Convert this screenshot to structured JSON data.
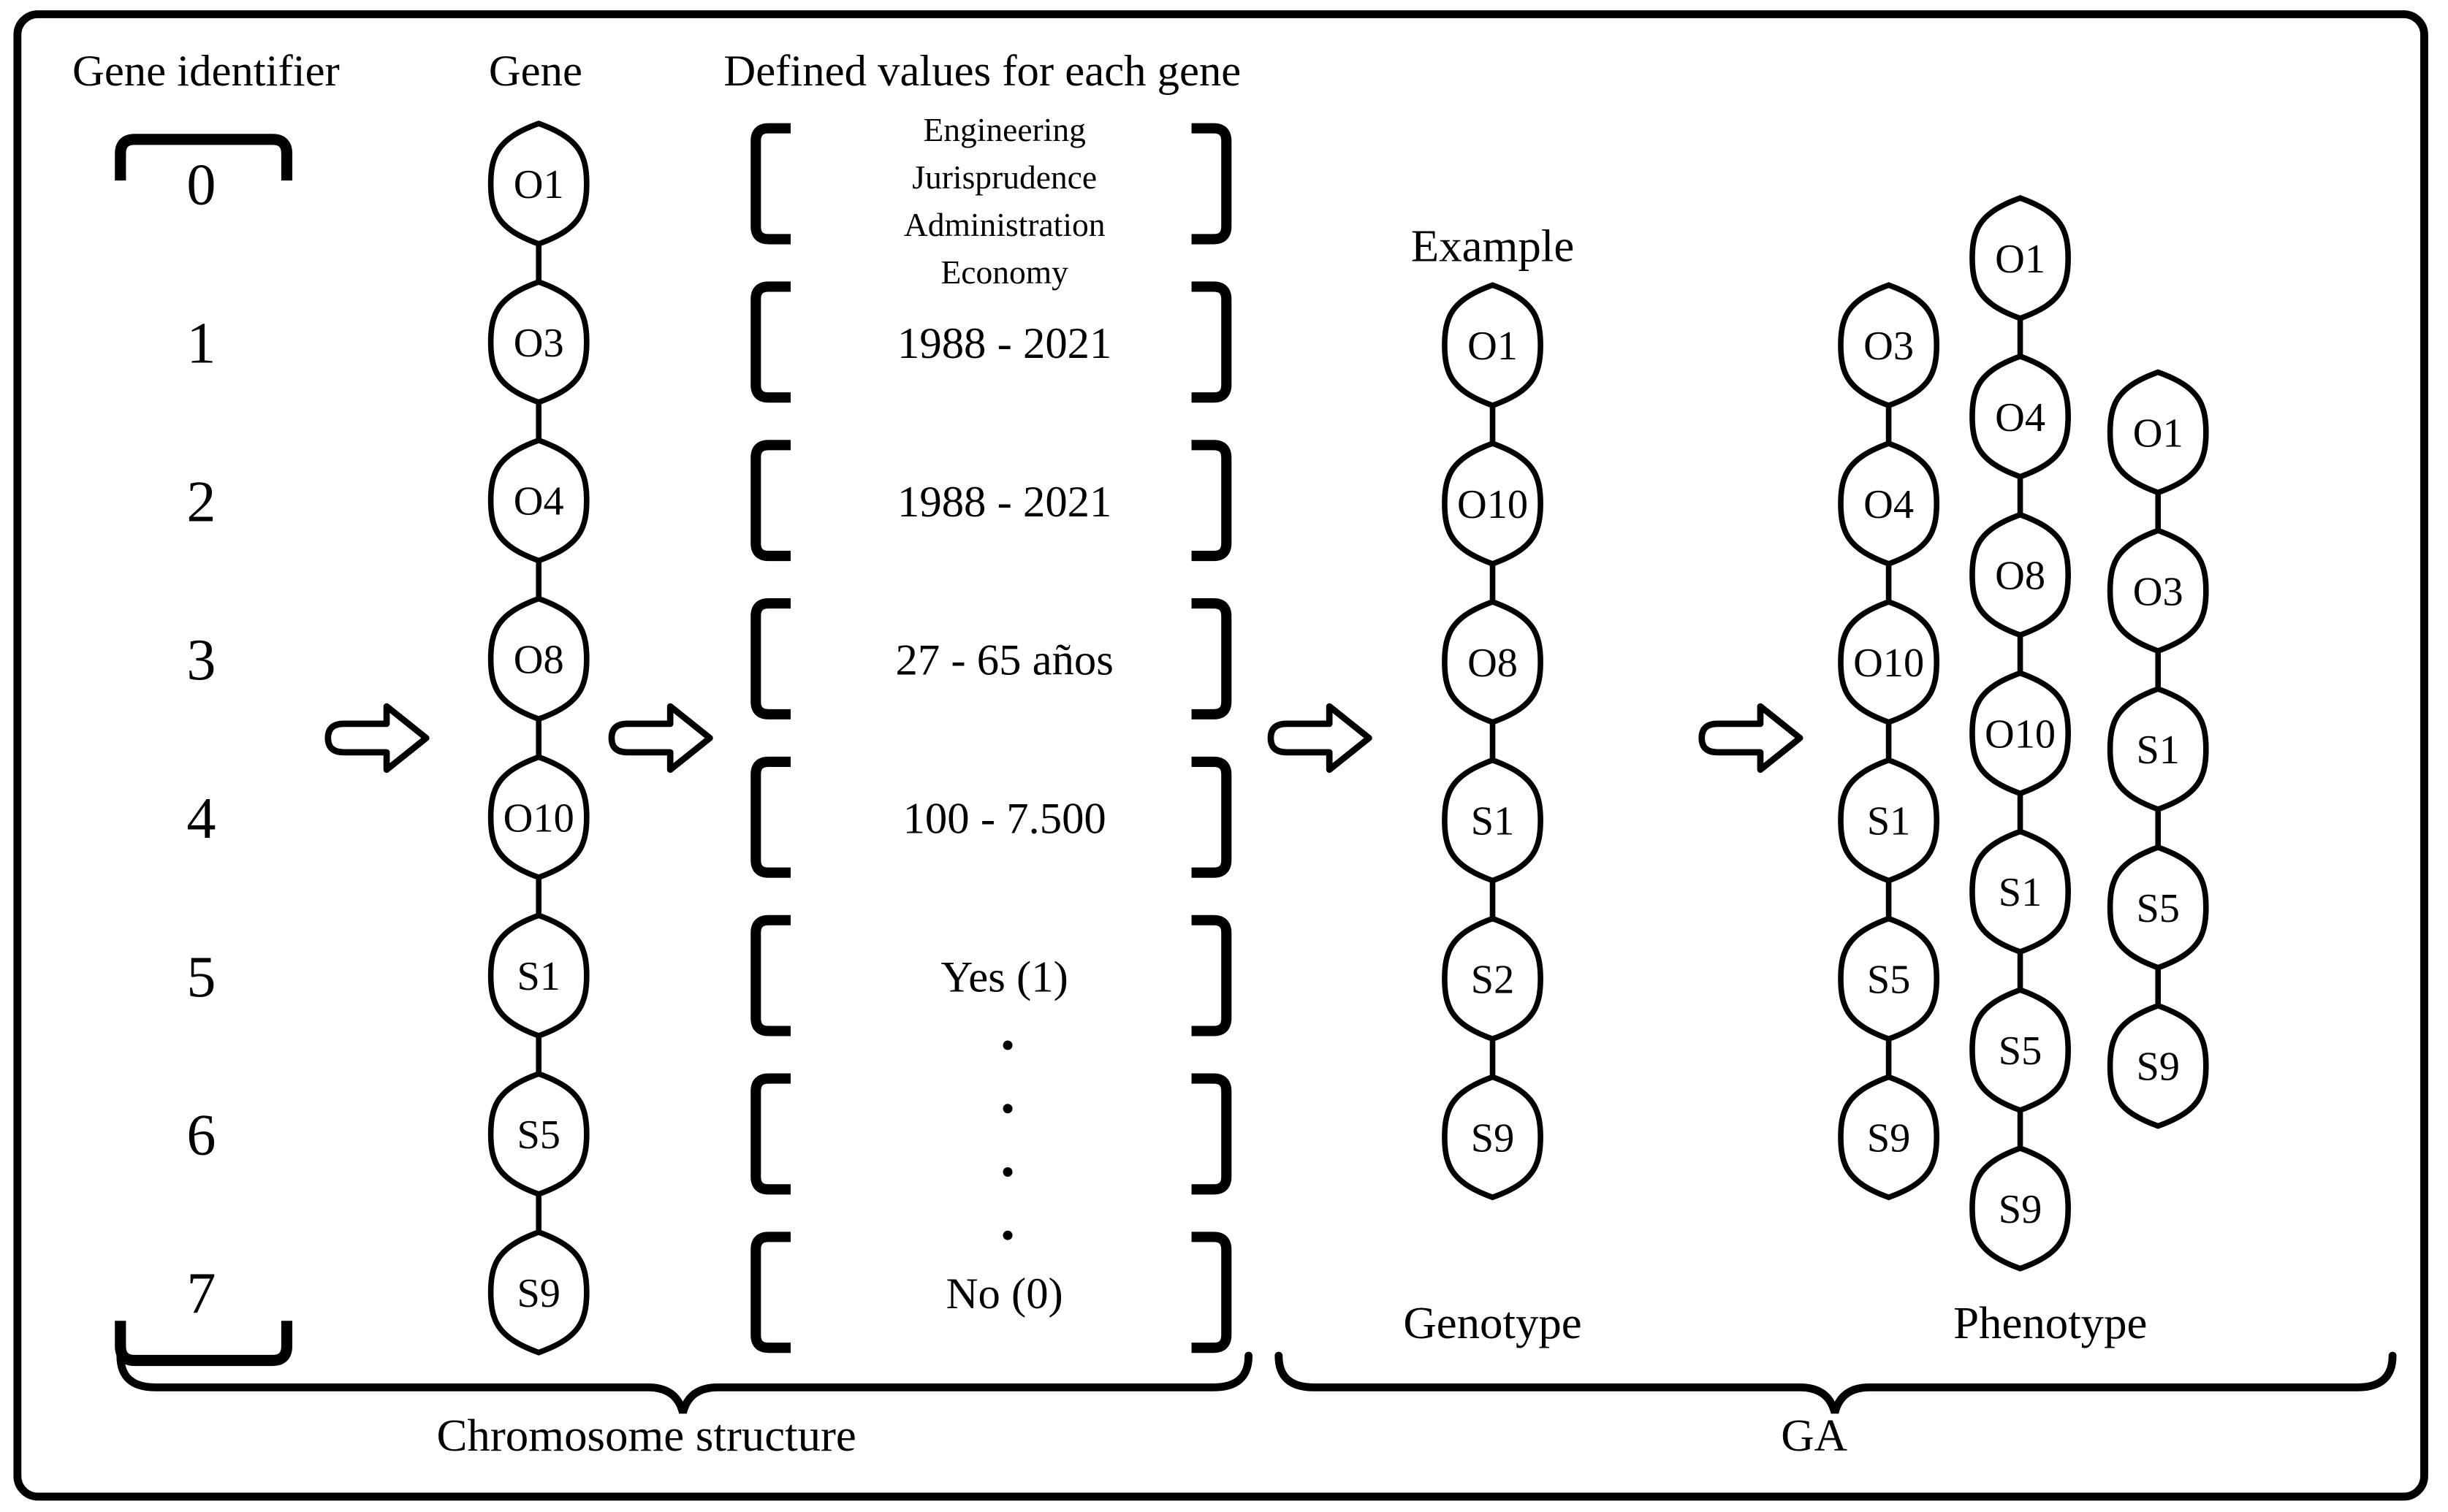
{
  "title_row": {
    "gene_identifier": "Gene identifier",
    "gene": "Gene",
    "defined_values": "Defined values for each gene"
  },
  "gene_identifiers": [
    "0",
    "1",
    "2",
    "3",
    "4",
    "5",
    "6",
    "7"
  ],
  "gene_chain": [
    "O1",
    "O3",
    "O4",
    "O8",
    "O10",
    "S1",
    "S5",
    "S9"
  ],
  "defined_values": {
    "rows": [
      [
        "Engineering",
        "Jurisprudence",
        "Administration",
        "Economy"
      ],
      [
        "1988 - 2021"
      ],
      [
        "1988 - 2021"
      ],
      [
        "27 - 65 años"
      ],
      [
        "100 - 7.500"
      ],
      [
        "Yes (1)"
      ],
      [],
      [
        "No (0)"
      ]
    ],
    "ellipsis_dots": 4
  },
  "example": {
    "label": "Example",
    "genotype": {
      "label": "Genotype",
      "chain": [
        "O1",
        "O10",
        "O8",
        "S1",
        "S2",
        "S9"
      ]
    },
    "phenotype": {
      "label": "Phenotype",
      "chains": [
        [
          "O3",
          "O4",
          "O10",
          "S1",
          "S5",
          "S9"
        ],
        [
          "O1",
          "O4",
          "O8",
          "O10",
          "S1",
          "S5",
          "S9"
        ],
        [
          "O1",
          "O3",
          "S1",
          "S5",
          "S9"
        ]
      ]
    }
  },
  "footer": {
    "chromosome_structure": "Chromosome structure",
    "ga": "GA"
  },
  "colors": {
    "ink": "#000000",
    "background": "#ffffff"
  }
}
